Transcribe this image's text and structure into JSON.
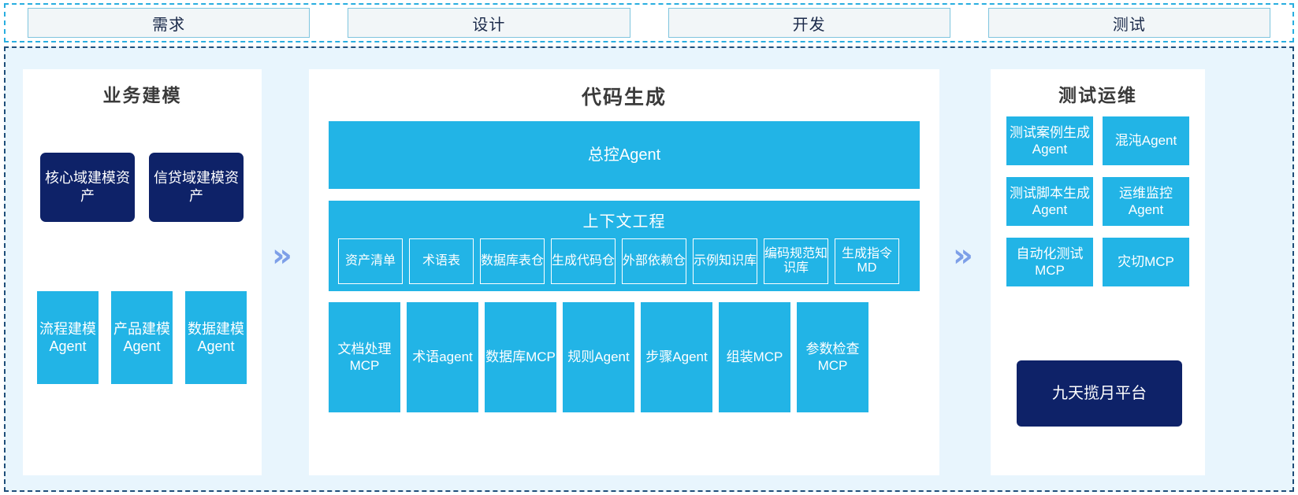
{
  "phases": {
    "items": [
      {
        "label": "需求"
      },
      {
        "label": "设计"
      },
      {
        "label": "开发"
      },
      {
        "label": "测试"
      }
    ]
  },
  "colors": {
    "cyan": "#22B4E6",
    "navy": "#0E2268",
    "region_bg": "#E8F5FD",
    "chevron": "#7D9FE8",
    "phase_border": "#7FC5DE",
    "region_border": "#1F4E79"
  },
  "flow": {
    "chevron_1": "»",
    "chevron_2": "»"
  },
  "panels": {
    "left": {
      "title": "业务建模",
      "assets": [
        {
          "label": "核心域建模资产"
        },
        {
          "label": "信贷域建模资产"
        }
      ],
      "agents": [
        {
          "label": "流程建模Agent"
        },
        {
          "label": "产品建模Agent"
        },
        {
          "label": "数据建模Agent"
        }
      ]
    },
    "middle": {
      "title": "代码生成",
      "master_agent": "总控Agent",
      "context": {
        "title": "上下文工程",
        "items": [
          {
            "label": "资产清单"
          },
          {
            "label": "术语表"
          },
          {
            "label": "数据库表仓"
          },
          {
            "label": "生成代码仓"
          },
          {
            "label": "外部依赖仓"
          },
          {
            "label": "示例知识库"
          },
          {
            "label": "编码规范知识库"
          },
          {
            "label": "生成指令MD"
          }
        ]
      },
      "tools": [
        {
          "label": "文档处理MCP"
        },
        {
          "label": "术语agent"
        },
        {
          "label": "数据库MCP"
        },
        {
          "label": "规则Agent"
        },
        {
          "label": "步骤Agent"
        },
        {
          "label": "组装MCP"
        },
        {
          "label": "参数检查MCP"
        }
      ]
    },
    "right": {
      "title": "测试运维",
      "items": [
        {
          "label": "测试案例生成Agent"
        },
        {
          "label": "混沌Agent"
        },
        {
          "label": "测试脚本生成Agent"
        },
        {
          "label": "运维监控Agent"
        },
        {
          "label": "自动化测试MCP"
        },
        {
          "label": "灾切MCP"
        }
      ],
      "platform": "九天揽月平台"
    }
  }
}
